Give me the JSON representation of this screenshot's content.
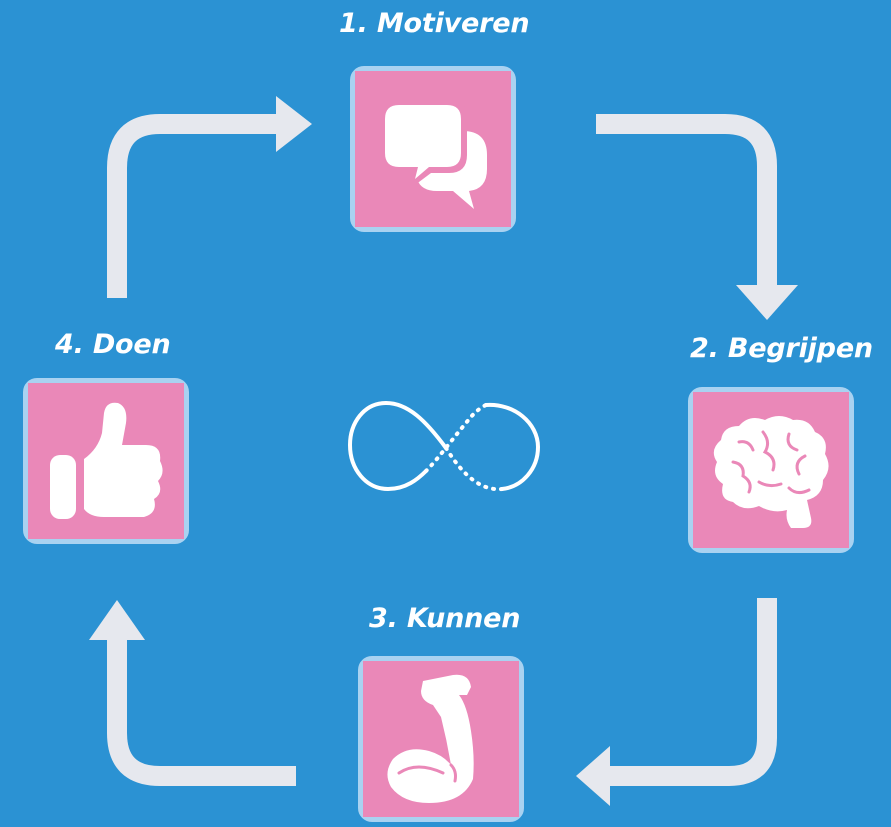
{
  "colors": {
    "background": "#2b92d3",
    "arrow": "#e6e8ee",
    "tile_fill": "#ea88b8",
    "tile_border": "#a9d2f1",
    "icon": "#ffffff"
  },
  "center_icon": "infinity-icon",
  "steps": [
    {
      "label": "1. Motiveren",
      "icon": "speech-bubbles-icon"
    },
    {
      "label": "2. Begrijpen",
      "icon": "brain-icon"
    },
    {
      "label": "3. Kunnen",
      "icon": "flexed-biceps-icon"
    },
    {
      "label": "4. Doen",
      "icon": "thumbs-up-icon"
    }
  ]
}
